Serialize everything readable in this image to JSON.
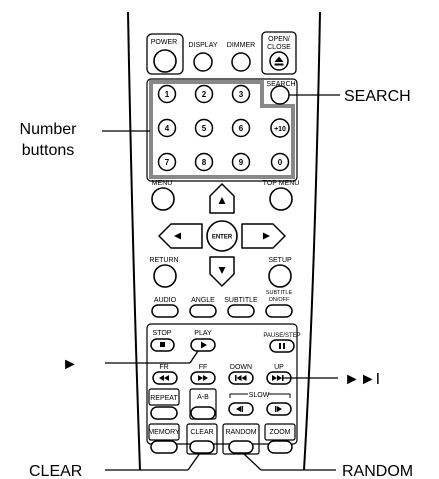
{
  "remote": {
    "buttons": {
      "power": "POWER",
      "display": "DISPLAY",
      "dimmer": "DIMMER",
      "open_close_line1": "OPEN/",
      "open_close_line2": "CLOSE",
      "search": "SEARCH",
      "n1": "1",
      "n2": "2",
      "n3": "3",
      "n4": "4",
      "n5": "5",
      "n6": "6",
      "plus10": "+10",
      "n7": "7",
      "n8": "8",
      "n9": "9",
      "n0": "0",
      "menu": "MENU",
      "top_menu": "TOP MENU",
      "enter": "ENTER",
      "return": "RETURN",
      "setup": "SETUP",
      "audio": "AUDIO",
      "angle": "ANGLE",
      "subtitle": "SUBTITLE",
      "subtitle_onoff_line1": "SUBTITLE",
      "subtitle_onoff_line2": "ON/OFF",
      "stop": "STOP",
      "play": "PLAY",
      "pause_step": "PAUSE/STEP",
      "fr": "FR",
      "ff": "FF",
      "down": "DOWN",
      "up": "UP",
      "repeat": "REPEAT",
      "a_b": "A-B",
      "slow": "SLOW",
      "memory": "MEMORY",
      "clear": "CLEAR",
      "random": "RANDOM",
      "zoom": "ZOOM"
    }
  },
  "callouts": {
    "search": "SEARCH",
    "number_buttons_line1": "Number",
    "number_buttons_line2": "buttons",
    "play_symbol": "►",
    "skip_symbol": "►►I",
    "clear": "CLEAR",
    "random": "RANDOM"
  }
}
